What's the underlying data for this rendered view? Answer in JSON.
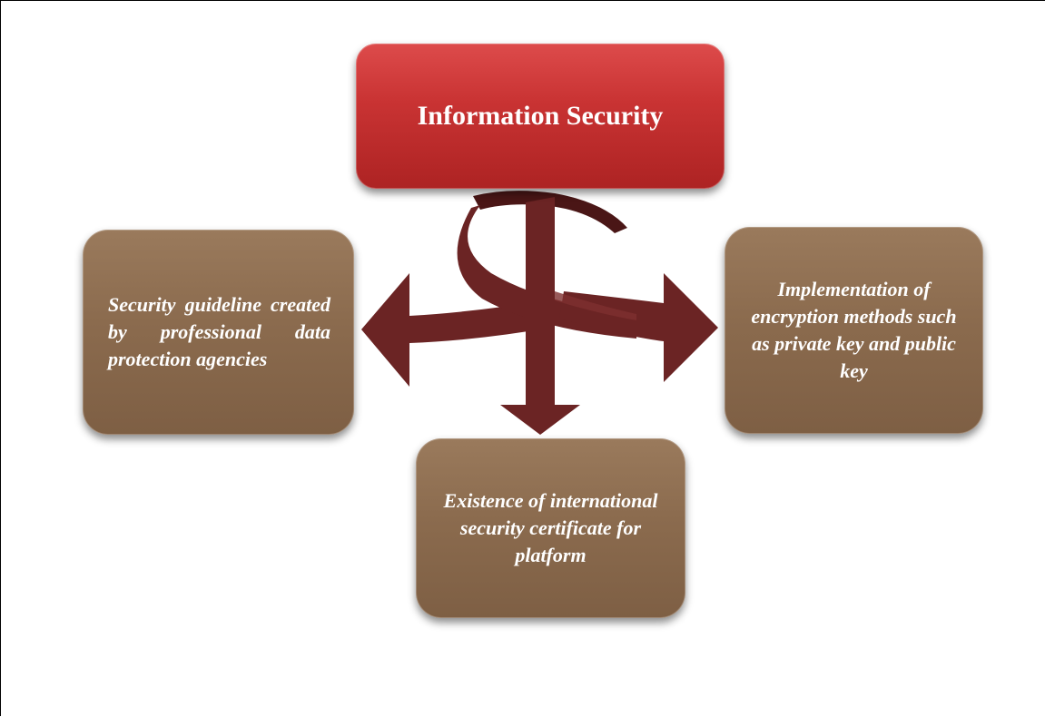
{
  "diagram": {
    "center_title": "Information Security",
    "items": [
      {
        "position": "left",
        "text": "Security guideline created by professional data protection agencies"
      },
      {
        "position": "right",
        "text": "Implementation of encryption methods such as private key and public key"
      },
      {
        "position": "bottom",
        "text": "Existence of international security certificate for platform"
      }
    ],
    "colors": {
      "title_box": "#c93333",
      "item_box": "#8b6b4e",
      "arrow": "#6b2222",
      "text": "#ffffff"
    }
  }
}
